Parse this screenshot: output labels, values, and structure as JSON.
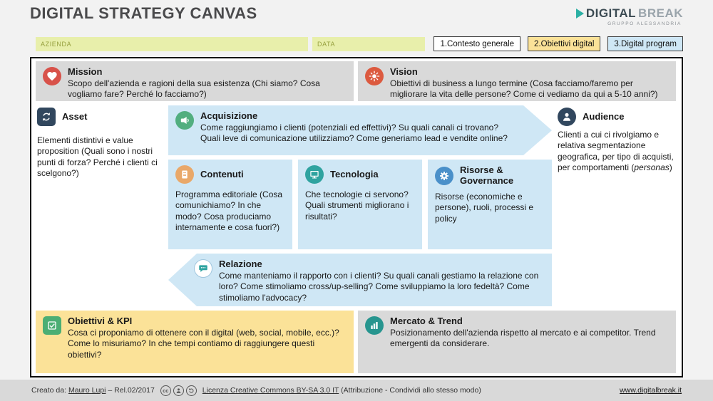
{
  "header": {
    "title": "DIGITAL STRATEGY CANVAS",
    "logo": {
      "brand_dark": "DIGITAL",
      "brand_light": "BREAK",
      "tagline": "GRUPPO ALESSANDRIA"
    }
  },
  "fields": {
    "azienda": "AZIENDA",
    "data": "DATA"
  },
  "tabs": [
    {
      "label": "1.Contesto generale",
      "color": "#ffffff"
    },
    {
      "label": "2.Obiettivi digital",
      "color": "#fbe298"
    },
    {
      "label": "3.Digital program",
      "color": "#cfe7f5"
    }
  ],
  "blocks": {
    "mission": {
      "title": "Mission",
      "icon": "heart-icon",
      "text": "Scopo dell'azienda e ragioni della sua esistenza (Chi siamo? Cosa vogliamo fare? Perché lo facciamo?)"
    },
    "vision": {
      "title": "Vision",
      "icon": "sun-icon",
      "text": "Obiettivi di business a lungo termine (Cosa facciamo/faremo per migliorare la vita delle persone? Come ci vediamo da qui a 5-10 anni?)"
    },
    "asset": {
      "title": "Asset",
      "icon": "circular-arrows-icon",
      "text": "Elementi distintivi e value proposition (Quali sono i nostri punti di forza? Perché i clienti ci scelgono?)"
    },
    "acquisizione": {
      "title": "Acquisizione",
      "icon": "megaphone-icon",
      "text": "Come raggiungiamo i clienti (potenziali ed effettivi)? Su quali canali ci trovano? Quali leve di comunicazione utilizziamo? Come generiamo lead e vendite online?"
    },
    "contenuti": {
      "title": "Contenuti",
      "icon": "document-icon",
      "text": "Programma editoriale (Cosa comunichiamo? In che modo? Cosa produciamo internamente e cosa fuori?)"
    },
    "tecnologia": {
      "title": "Tecnologia",
      "icon": "monitor-icon",
      "text": "Che tecnologie ci servono? Quali strumenti migliorano i risultati?"
    },
    "risorse": {
      "title": "Risorse & Governance",
      "icon": "gear-icon",
      "text": "Risorse (economiche e persone), ruoli, processi e policy"
    },
    "audience": {
      "title": "Audience",
      "icon": "person-icon",
      "text_start": "Clienti a cui ci rivolgiamo e relativa segmentazione geografica, per tipo di acquisti, per comportamenti (",
      "text_italic": "personas",
      "text_end": ")"
    },
    "relazione": {
      "title": "Relazione",
      "icon": "speech-bubble-icon",
      "text": "Come manteniamo il rapporto con i clienti? Su quali canali gestiamo la relazione con loro? Come stimoliamo cross/up-selling? Come sviluppiamo la loro fedeltà? Come stimoliamo l'advocacy?"
    },
    "obiettivi": {
      "title": "Obiettivi & KPI",
      "icon": "checkbox-icon",
      "text": "Cosa ci proponiamo di ottenere con il digital (web, social, mobile, ecc.)? Come lo misuriamo? In che tempi contiamo di raggiungere questi obiettivi?"
    },
    "mercato": {
      "title": "Mercato & Trend",
      "icon": "bar-chart-icon",
      "text": "Posizionamento dell'azienda rispetto al mercato e ai competitor. Trend emergenti da considerare."
    }
  },
  "footer": {
    "created_prefix": "Creato da: ",
    "author": "Mauro Lupi",
    "created_suffix": " – Rel.02/2017",
    "cc_glyph": "cc",
    "license_link": "Licenza Creative Commons BY-SA 3.0 IT",
    "license_rest": " (Attribuzione - Condividi allo stesso modo)",
    "site": "www.digitalbreak.it"
  },
  "colors": {
    "brand_teal": "#2cb0a4",
    "block_gray": "#d9d9d9",
    "block_blue": "#cfe7f5",
    "block_yellow": "#fbe298",
    "field_green": "#e8efab",
    "icon_red": "#d8524a",
    "icon_navy": "#31475e",
    "icon_green": "#52ae7f",
    "icon_orange": "#e9a869",
    "icon_teal": "#2fa3a0",
    "icon_blue": "#4a90c9"
  }
}
